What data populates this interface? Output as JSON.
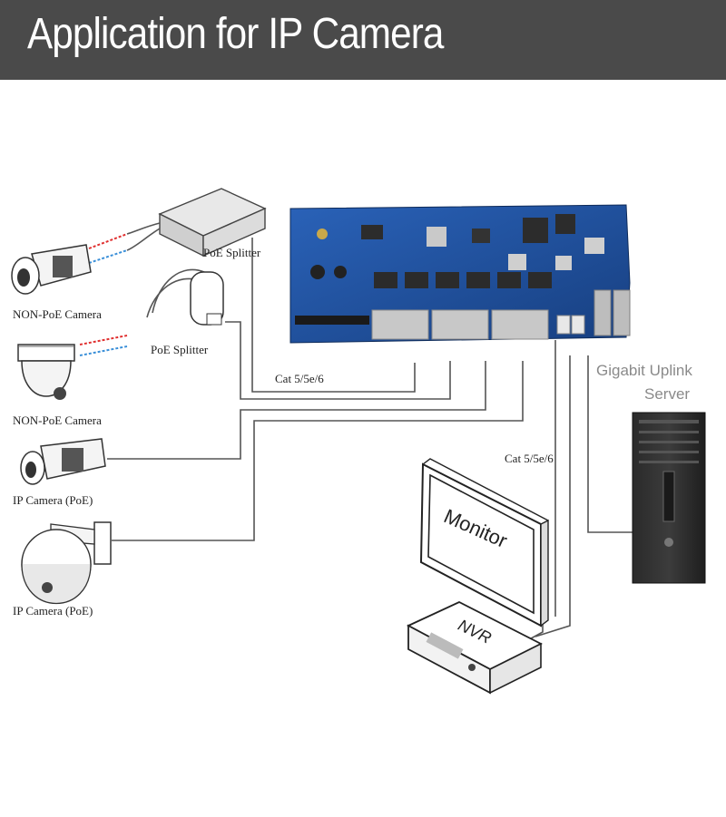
{
  "header": {
    "title": "Application for IP Camera"
  },
  "labels": {
    "poe_splitter_1": "PoE Splitter",
    "poe_splitter_2": "PoE Splitter",
    "non_poe_camera_1": "NON-PoE Camera",
    "non_poe_camera_2": "NON-PoE Camera",
    "ip_camera_1": "IP Camera (PoE)",
    "ip_camera_2": "IP Camera (PoE)",
    "cable_1": "Cat 5/5e/6",
    "cable_2": "Cat 5/5e/6",
    "gigabit_uplink": "Gigabit Uplink",
    "server": "Server",
    "monitor": "Monitor",
    "nvr": "NVR"
  },
  "colors": {
    "header_bg": "#4a4a4a",
    "board": "#1f4f9a",
    "wire": "#555555",
    "red_wire": "#e03030",
    "blue_wire": "#3a8fd8"
  }
}
